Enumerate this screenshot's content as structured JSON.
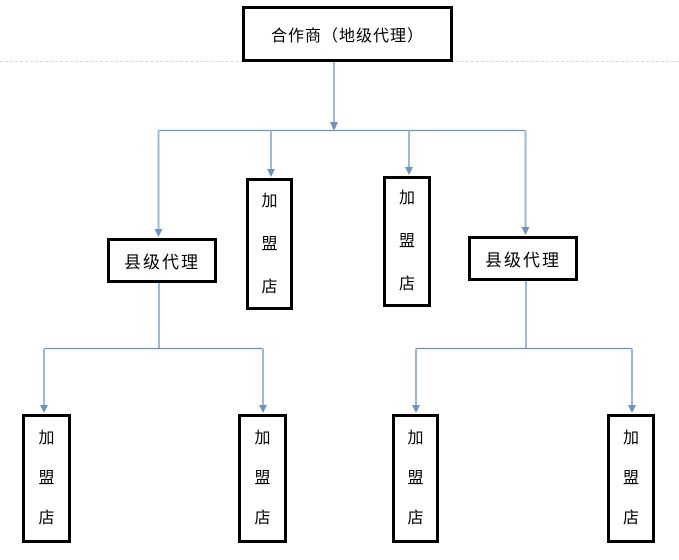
{
  "diagram": {
    "nodes": {
      "root": {
        "label": "合作商（地级代理）"
      },
      "county_left": {
        "label": "县级代理"
      },
      "county_right": {
        "label": "县级代理"
      },
      "franchise_mid_left": {
        "label": "加盟店"
      },
      "franchise_mid_right": {
        "label": "加盟店"
      },
      "franchise_bottom_1": {
        "label": "加盟店"
      },
      "franchise_bottom_2": {
        "label": "加盟店"
      },
      "franchise_bottom_3": {
        "label": "加盟店"
      },
      "franchise_bottom_4": {
        "label": "加盟店"
      }
    }
  },
  "colors": {
    "connector_light": "#9db8da",
    "connector_dark": "#6d93bd",
    "box_border": "#000000",
    "divider": "#d9d9d9",
    "background": "#ffffff"
  }
}
